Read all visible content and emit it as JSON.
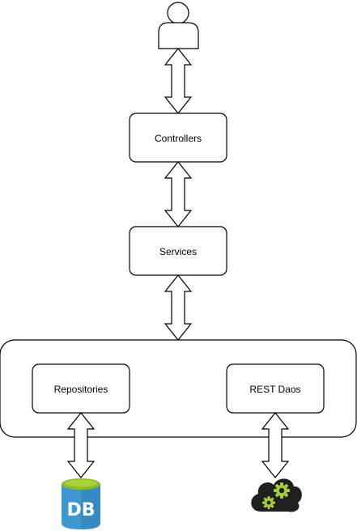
{
  "nodes": {
    "controllers": "Controllers",
    "services": "Services",
    "repositories": "Repositories",
    "rest_daos": "REST Daos"
  },
  "database": {
    "label": "DB"
  },
  "colors": {
    "stroke": "#000000",
    "node_fill": "#ffffff",
    "db_blue": "#3f97d1",
    "db_blue_dark": "#2a79b3",
    "db_top": "#8cbf26",
    "cloud": "#1f1f1f",
    "gear": "#a3cc3a"
  },
  "icons": {
    "user": "user-icon",
    "database": "database-icon",
    "cloud": "cloud-gears-icon"
  }
}
